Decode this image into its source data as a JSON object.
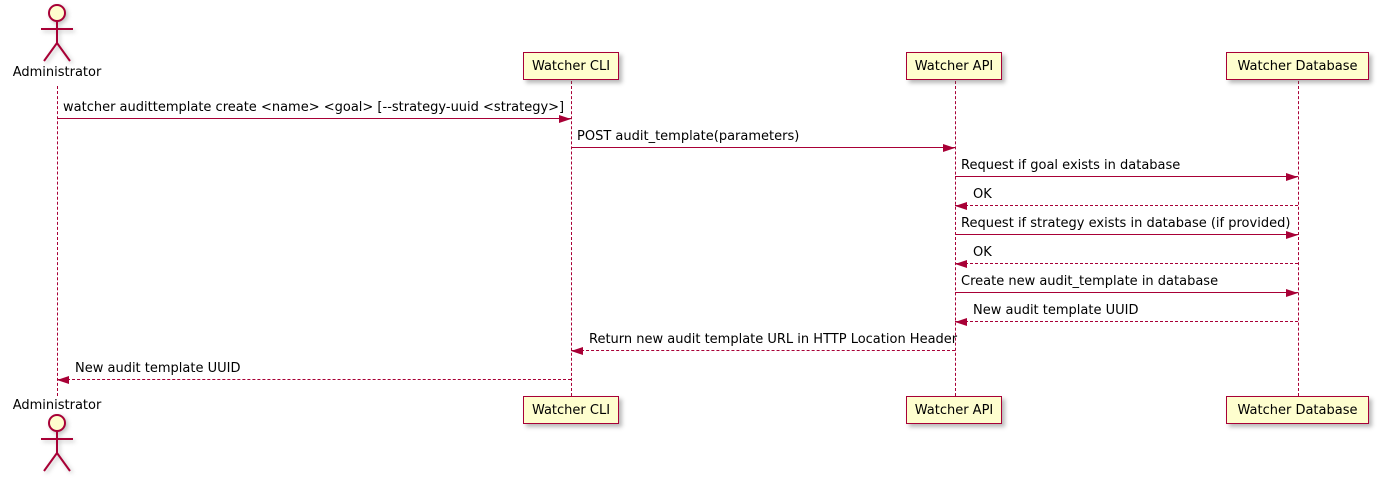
{
  "diagram": {
    "type": "sequence",
    "participants": [
      {
        "id": "administrator",
        "label": "Administrator",
        "kind": "actor"
      },
      {
        "id": "watcher-cli",
        "label": "Watcher CLI",
        "kind": "participant"
      },
      {
        "id": "watcher-api",
        "label": "Watcher API",
        "kind": "participant"
      },
      {
        "id": "watcher-db",
        "label": "Watcher Database",
        "kind": "participant"
      }
    ],
    "messages": [
      {
        "from": "administrator",
        "to": "watcher-cli",
        "style": "solid",
        "label": "watcher audittemplate create <name> <goal> [--strategy-uuid <strategy>]"
      },
      {
        "from": "watcher-cli",
        "to": "watcher-api",
        "style": "solid",
        "label": "POST audit_template(parameters)"
      },
      {
        "from": "watcher-api",
        "to": "watcher-db",
        "style": "solid",
        "label": "Request if goal exists in database"
      },
      {
        "from": "watcher-db",
        "to": "watcher-api",
        "style": "dashed",
        "label": "OK"
      },
      {
        "from": "watcher-api",
        "to": "watcher-db",
        "style": "solid",
        "label": "Request if strategy exists in database (if provided)"
      },
      {
        "from": "watcher-db",
        "to": "watcher-api",
        "style": "dashed",
        "label": "OK"
      },
      {
        "from": "watcher-api",
        "to": "watcher-db",
        "style": "solid",
        "label": "Create new audit_template in database"
      },
      {
        "from": "watcher-db",
        "to": "watcher-api",
        "style": "dashed",
        "label": "New audit template UUID"
      },
      {
        "from": "watcher-api",
        "to": "watcher-cli",
        "style": "dashed",
        "label": "Return new audit template URL in HTTP Location Header"
      },
      {
        "from": "watcher-cli",
        "to": "administrator",
        "style": "dashed",
        "label": "New audit template UUID"
      }
    ],
    "colors": {
      "border": "#A80036",
      "fill": "#FEFECE",
      "line": "#A80036",
      "text": "#000000",
      "background": "#FFFFFF"
    }
  }
}
